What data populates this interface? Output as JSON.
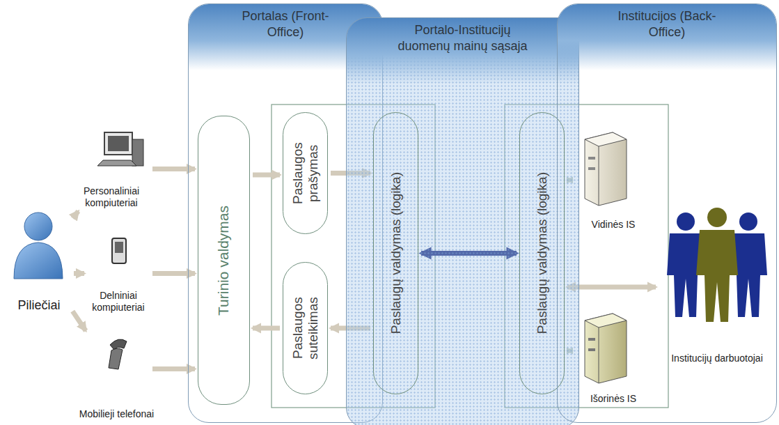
{
  "diagram": {
    "nodes": [
      {
        "text": [
          "Portalas (Front-Office)"
        ]
      },
      {
        "text": [
          "Portalo-Institucijų duomenų mainų sąsaja"
        ]
      },
      {
        "text": [
          "Institucijos (Back-Office)"
        ]
      },
      {
        "text": [
          "Piliečiai"
        ]
      },
      {
        "text": [
          "Personaliniai kompiuteriai"
        ]
      },
      {
        "text": [
          "Delniniai kompiuteriai"
        ]
      },
      {
        "text": [
          "Mobilieji telefonai"
        ]
      },
      {
        "text": [
          "Turinio valdymas"
        ],
        "in": 0
      },
      {
        "text": [
          "Paslaugos prašymas"
        ],
        "in": 0
      },
      {
        "text": [
          "Paslaugos suteikimas"
        ],
        "in": 0
      },
      {
        "text": [
          "Paslaugų valdymas (logika)"
        ],
        "in": 1
      },
      {
        "text": [
          "Paslaugų valdymas (logika)"
        ],
        "in": 1
      },
      {
        "text": [
          "Vidinės IS"
        ],
        "in": 2
      },
      {
        "text": [
          "Išorinės IS"
        ],
        "in": 2
      },
      {
        "text": [
          "Institucijų darbuotojai"
        ],
        "in": 2
      }
    ],
    "edges": [
      {
        "from": 3,
        "to": 4,
        "arrow": "to"
      },
      {
        "from": 3,
        "to": 5,
        "arrow": "to"
      },
      {
        "from": 3,
        "to": 6,
        "arrow": "to"
      },
      {
        "from": 4,
        "to": 7,
        "arrow": "to"
      },
      {
        "from": 5,
        "to": 7,
        "arrow": "to"
      },
      {
        "from": 6,
        "to": 7,
        "arrow": "to"
      },
      {
        "from": 7,
        "to": 8,
        "arrow": "to"
      },
      {
        "from": 8,
        "to": 10,
        "arrow": "to"
      },
      {
        "from": 10,
        "to": 9,
        "arrow": "to"
      },
      {
        "from": 9,
        "to": 7,
        "arrow": "to"
      },
      {
        "from": 10,
        "to": 11,
        "arrow": "both"
      },
      {
        "from": 11,
        "to": 12,
        "arrow": "both"
      },
      {
        "from": 11,
        "to": 13,
        "arrow": "both"
      },
      {
        "from": 11,
        "to": 14,
        "arrow": "both"
      }
    ]
  }
}
